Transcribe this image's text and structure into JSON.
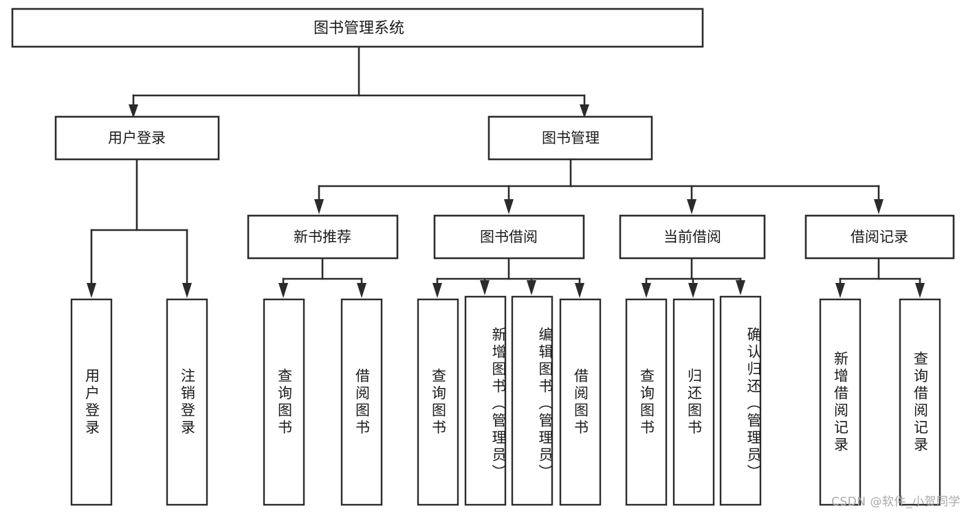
{
  "diagram": {
    "title": "图书管理系统",
    "type": "tree",
    "orientation": "top-down",
    "colors": {
      "box_stroke": "#2b2b2b",
      "box_fill": "#ffffff",
      "connector": "#2b2b2b",
      "text": "#1a1a1a",
      "watermark": "#a8a8a8",
      "background": "#ffffff"
    },
    "root": {
      "label": "图书管理系统"
    },
    "level2": [
      {
        "label": "用户登录"
      },
      {
        "label": "图书管理"
      }
    ],
    "level3": [
      {
        "label": "新书推荐"
      },
      {
        "label": "图书借阅"
      },
      {
        "label": "当前借阅"
      },
      {
        "label": "借阅记录"
      }
    ],
    "leaves": {
      "user_login": [
        {
          "label": "用户登录"
        },
        {
          "label": "注销登录"
        }
      ],
      "new_book_recommend": [
        {
          "label": "查询图书"
        },
        {
          "label": "借阅图书"
        }
      ],
      "book_borrow": [
        {
          "label": "查询图书"
        },
        {
          "label": "新增图书（管理员）"
        },
        {
          "label": "编辑图书（管理员）"
        },
        {
          "label": "借阅图书"
        }
      ],
      "current_borrow": [
        {
          "label": "查询图书"
        },
        {
          "label": "归还图书"
        },
        {
          "label": "确认归还（管理员）"
        }
      ],
      "borrow_record": [
        {
          "label": "新增借阅记录"
        },
        {
          "label": "查询借阅记录"
        }
      ]
    },
    "watermark": "CSDN @软件_小贺同学"
  }
}
